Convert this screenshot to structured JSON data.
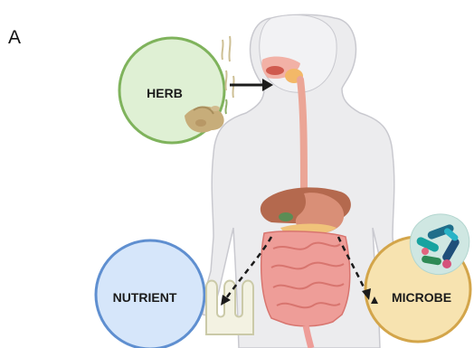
{
  "figure": {
    "panel_label": "A",
    "circles": {
      "herb": "HERB",
      "nutrient": "NUTRIENT",
      "microbe": "MICROBE"
    }
  },
  "colors": {
    "herb_fill": "#dff0d4",
    "herb_stroke": "#7fb35c",
    "nutrient_fill": "#d6e6fa",
    "nutrient_stroke": "#5f8fd0",
    "microbe_fill": "#f7e3b0",
    "microbe_stroke": "#d3a54a",
    "body_fill": "#ececee",
    "body_stroke": "#c9c9cf",
    "esophagus": "#eba596",
    "liver": "#b4694e",
    "stomach": "#d98f77",
    "intestine": "#ee9d98"
  }
}
